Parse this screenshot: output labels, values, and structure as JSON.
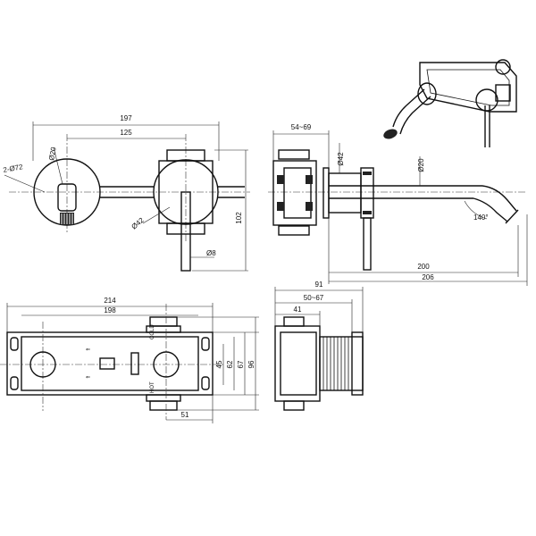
{
  "dimensions": {
    "top_front": {
      "overall_width": "197",
      "center_distance": "125",
      "flange_diameter": "2-Ø72",
      "spout_diameter": "Ø20",
      "handle_flange_diameter": "Ø42",
      "lever_diameter": "Ø8",
      "height": "102"
    },
    "top_side": {
      "wall_depth": "54~69",
      "handle_diameter": "Ø42",
      "spout_diameter": "Ø20",
      "angle": "140°",
      "reach": "200",
      "overall_reach": "206"
    },
    "bottom_front": {
      "overall_width": "214",
      "inner_width": "198",
      "half_width": "51",
      "h1": "45",
      "h2": "62",
      "h3": "67",
      "h4": "96",
      "label_cold": "COLD",
      "label_hot": "HOT"
    },
    "bottom_side": {
      "overall_depth": "91",
      "depth_range": "50~67",
      "body_depth": "41"
    }
  }
}
